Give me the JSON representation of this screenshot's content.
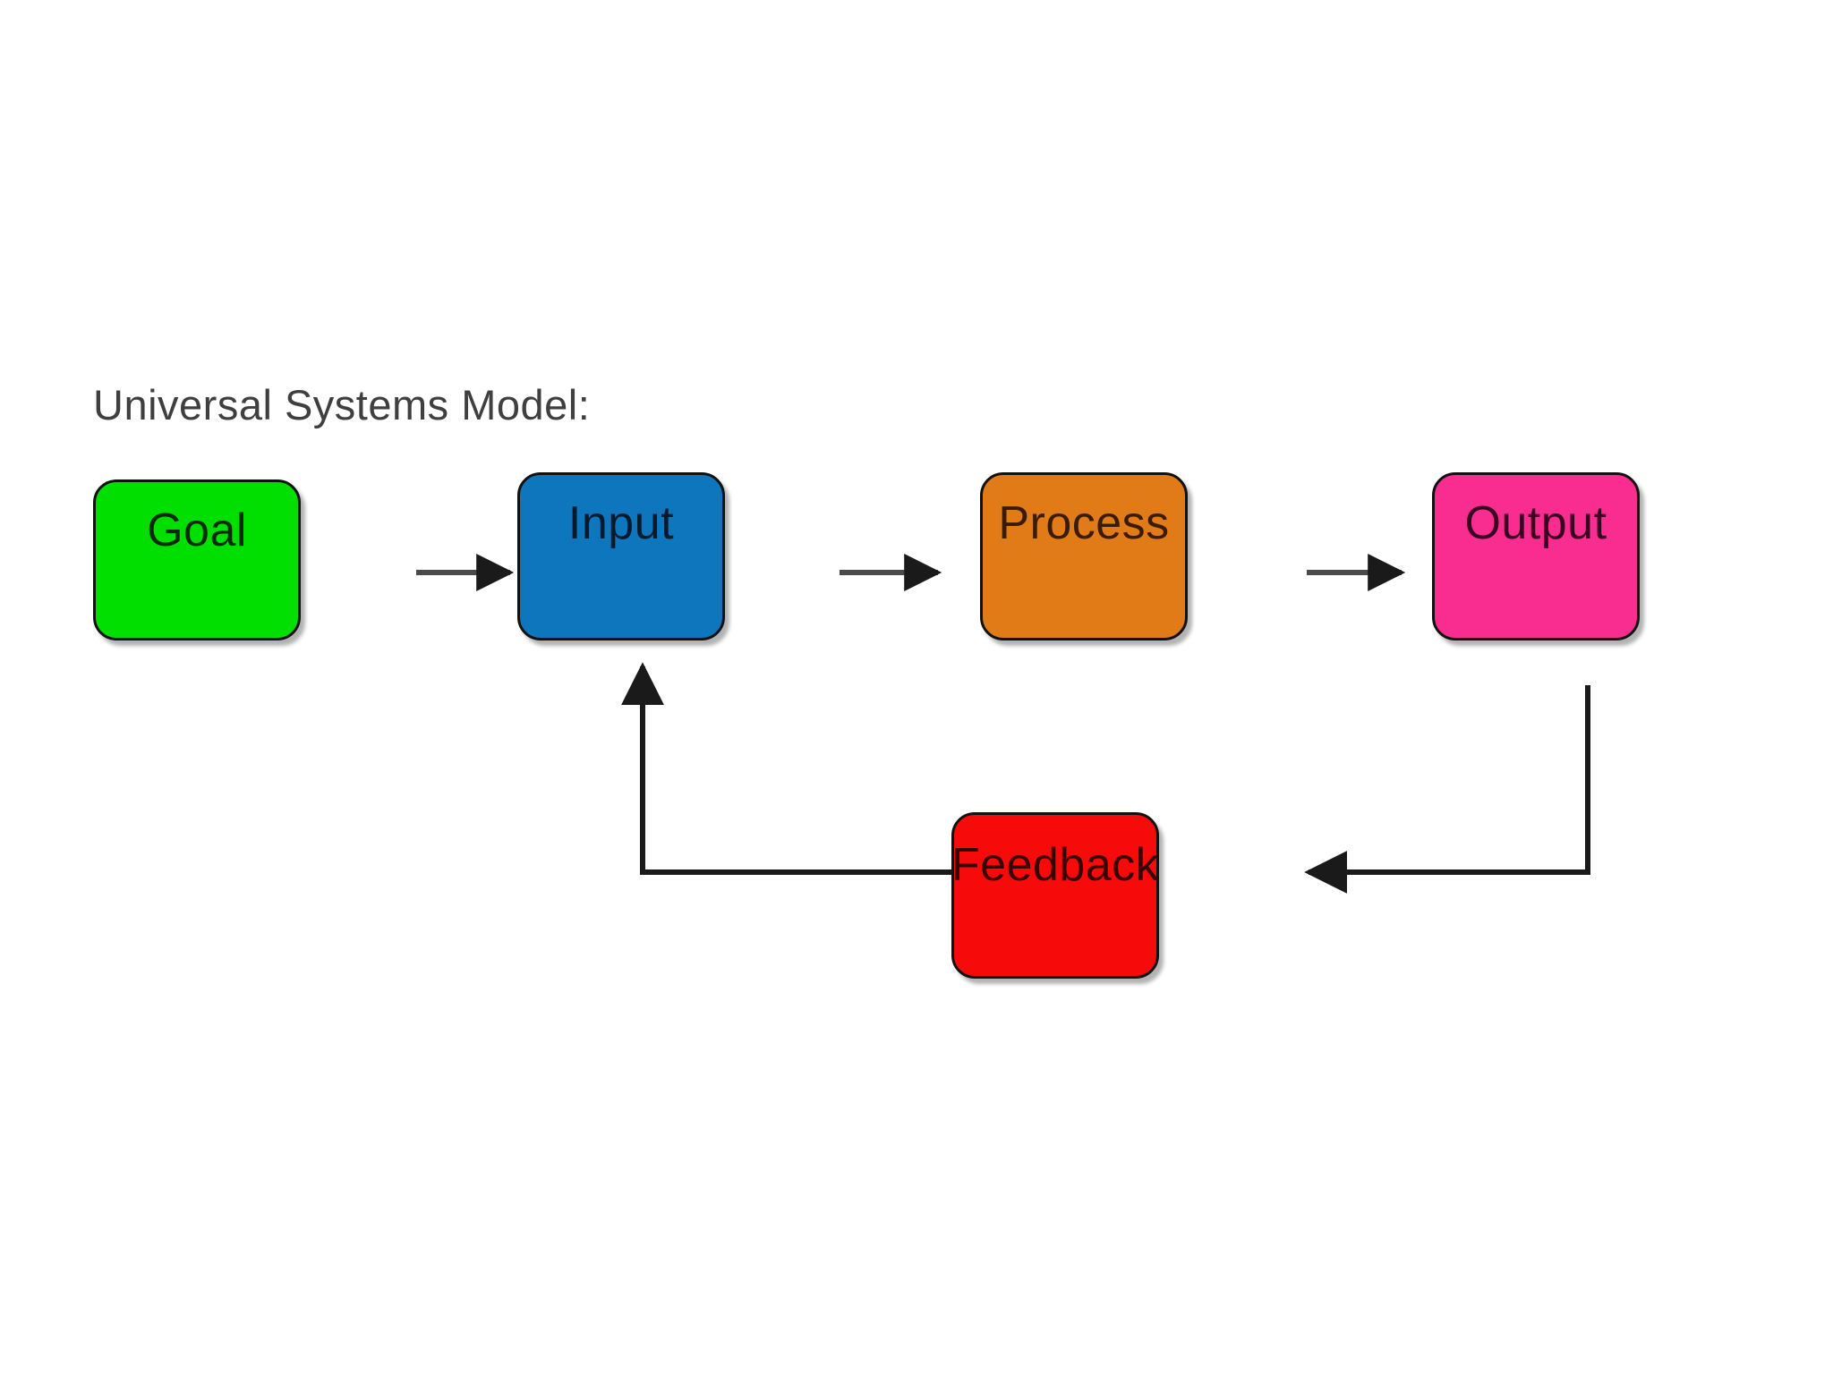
{
  "diagram": {
    "title": "Universal Systems Model:",
    "title_color": "#3f3f3f",
    "background_color": "#ffffff",
    "nodes": [
      {
        "id": "goal",
        "label": "Goal",
        "fill": "#00DF00",
        "text_color": "#0b2a0b",
        "border_color": "#111111"
      },
      {
        "id": "input",
        "label": "Input",
        "fill": "#0E76BC",
        "text_color": "#061a2e",
        "border_color": "#111111"
      },
      {
        "id": "process",
        "label": "Process",
        "fill": "#E07B18",
        "text_color": "#3a1c02",
        "border_color": "#111111"
      },
      {
        "id": "output",
        "label": "Output",
        "fill": "#F92C90",
        "text_color": "#3a0420",
        "border_color": "#111111"
      },
      {
        "id": "feedback",
        "label": "Feedback",
        "fill": "#F70A0A",
        "text_color": "#3a0000",
        "border_color": "#111111"
      }
    ],
    "connectors": [
      {
        "id": "goal-to-input",
        "from": "goal",
        "to": "input",
        "kind": "straight-right"
      },
      {
        "id": "input-to-process",
        "from": "input",
        "to": "process",
        "kind": "straight-right"
      },
      {
        "id": "process-to-output",
        "from": "process",
        "to": "output",
        "kind": "straight-right"
      },
      {
        "id": "output-to-feedback",
        "from": "output",
        "to": "feedback",
        "kind": "elbow-down-left"
      },
      {
        "id": "feedback-to-input",
        "from": "feedback",
        "to": "input",
        "kind": "elbow-left-up"
      }
    ],
    "connector_color": "#1a1a1a"
  }
}
